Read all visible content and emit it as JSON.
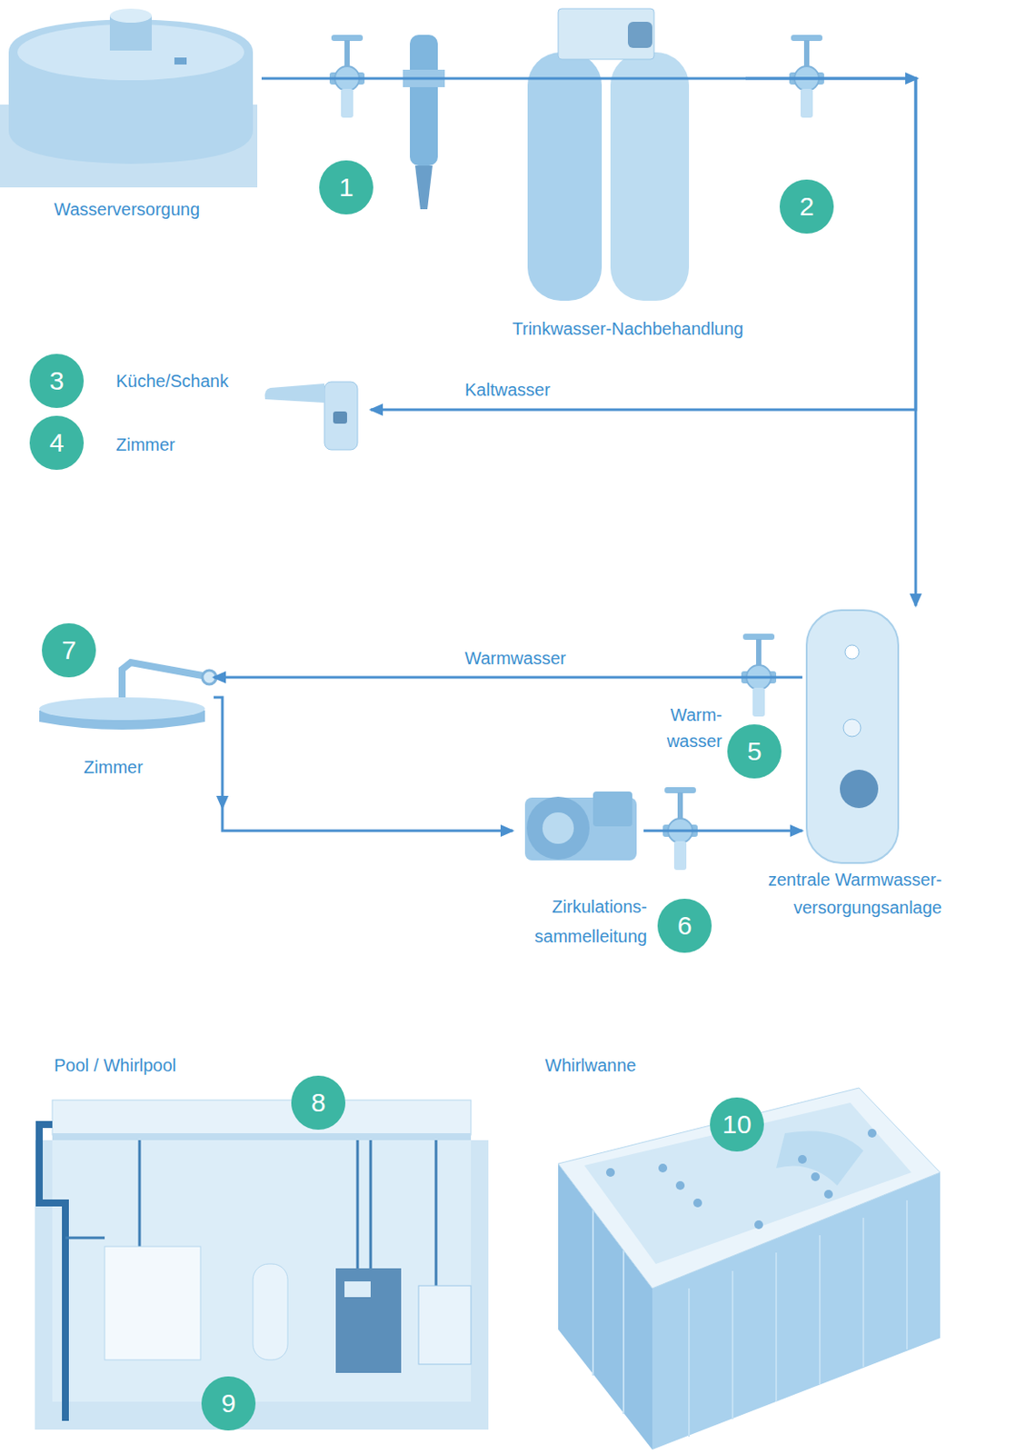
{
  "diagram": {
    "nodes": [
      {
        "text": [
          "Wasserversorgung"
        ]
      },
      {
        "text": [
          "1"
        ]
      },
      {
        "text": [
          "Trinkwasser-Nachbehandlung"
        ]
      },
      {
        "text": [
          "2"
        ]
      },
      {
        "text": [
          "Küche/Schank",
          "Zimmer"
        ]
      },
      {
        "text": [
          "3"
        ],
        "in": 4
      },
      {
        "text": [
          "4"
        ],
        "in": 4
      },
      {
        "text": [
          "Zimmer"
        ]
      },
      {
        "text": [
          "7"
        ],
        "in": 7
      },
      {
        "text": [
          "zentrale Warmwasser- versorgungsanlage"
        ]
      },
      {
        "text": [
          "5"
        ]
      },
      {
        "text": [
          "Zirkulations- sammelleitung"
        ]
      },
      {
        "text": [
          "6"
        ]
      },
      {
        "text": [
          "Pool / Whirlpool"
        ]
      },
      {
        "text": [
          "8"
        ],
        "in": 13
      },
      {
        "text": [
          "9"
        ],
        "in": 13
      },
      {
        "text": [
          "Whirlwanne"
        ]
      },
      {
        "text": [
          "10"
        ],
        "in": 16
      }
    ],
    "edges": [
      {
        "from": 0,
        "to": 2,
        "arrow": "none"
      },
      {
        "from": 2,
        "to": 9,
        "arrow": "to"
      },
      {
        "from": 2,
        "to": 4,
        "arrow": "to",
        "label": "Kaltwasser"
      },
      {
        "from": 9,
        "to": 7,
        "arrow": "to",
        "label": "Warmwasser"
      },
      {
        "from": 7,
        "to": 11,
        "arrow": "to"
      },
      {
        "from": 11,
        "to": 9,
        "arrow": "to"
      }
    ],
    "labels": [
      "Warm- wasser"
    ]
  }
}
